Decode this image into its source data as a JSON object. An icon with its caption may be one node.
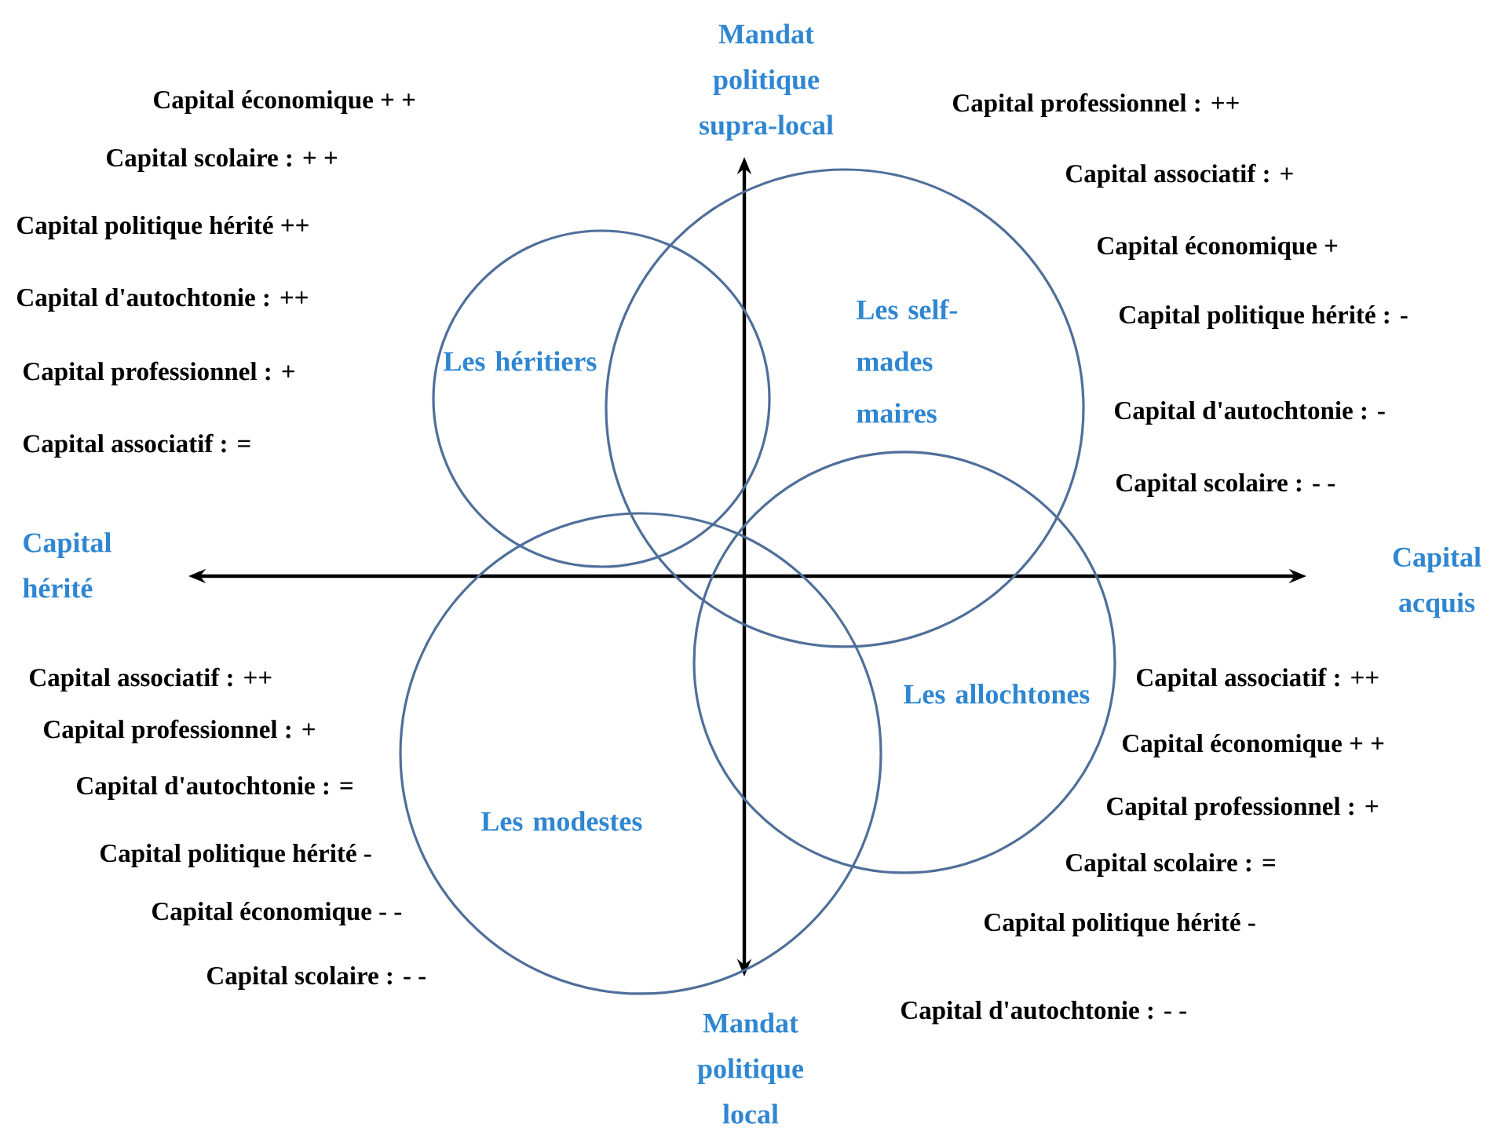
{
  "diagram": {
    "nodes": [
      {
        "text": [
          "Les héritiers"
        ]
      },
      {
        "text": [
          "Les self- mades maires"
        ]
      },
      {
        "text": [
          "Les allochtones"
        ]
      },
      {
        "text": [
          "Les modestes"
        ]
      }
    ],
    "labels": [
      "Mandat politique supra-local",
      "Capital économique + +",
      "Capital scolaire : + +",
      "Capital politique hérité ++",
      "Capital d'autochtonie : ++",
      "Capital professionnel : +",
      "Capital associatif : =",
      "Capital professionnel : ++",
      "Capital associatif : +",
      "Capital économique +",
      "Capital politique hérité  : -",
      "Capital d'autochtonie : -",
      "Capital scolaire : - -",
      "Capital hérité",
      "Capital acquis",
      "Capital associatif : ++",
      "Capital professionnel : +",
      "Capital d'autochtonie : =",
      "Capital politique hérité  -",
      "Capital économique - -",
      "Capital scolaire : - -",
      "Capital associatif : ++",
      "Capital économique +  +",
      "Capital professionnel : +",
      "Capital scolaire : =",
      "Capital politique hérité  -",
      "Capital d'autochtonie : - -",
      "Mandat politique local"
    ]
  }
}
